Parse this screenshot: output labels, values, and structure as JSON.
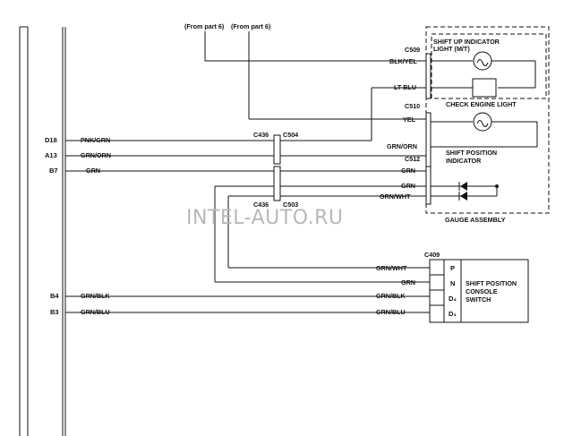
{
  "watermark": "INTEL-AUTO.RU",
  "ecu_pins": {
    "d18": "D18",
    "a13": "A13",
    "b7": "B7",
    "b4": "B4",
    "b3": "B3"
  },
  "wires": {
    "pnk_grn": "PNK/GRN",
    "grn_orn_left": "GRN/ORN",
    "grn_left": "GRN",
    "grn_blk_left": "GRN/BLK",
    "grn_blu_left": "GRN/BLU",
    "blk_yel": "BLK/YEL",
    "lt_blu": "LT BLU",
    "yel": "YEL",
    "grn_orn_right": "GRN/ORN",
    "grn_1": "GRN",
    "grn_2": "GRN",
    "grn_wht": "GRN/WHT",
    "grn_wht_switch": "GRN/WHT",
    "grn_switch": "GRN",
    "grn_blk_right": "GRN/BLK",
    "grn_blu_right": "GRN/BLU"
  },
  "connectors": {
    "c509": "C509",
    "c510": "C510",
    "c512": "C512",
    "c436_top": "C436",
    "c504": "C504",
    "c436_bottom": "C436",
    "c503": "C503",
    "c409": "C409"
  },
  "notes": {
    "from_part_6_a": "(From part 6)",
    "from_part_6_b": "(From part 6)"
  },
  "components": {
    "shift_up_line1": "SHIFT UP INDICATOR",
    "shift_up_line2": "LIGHT (M/T)",
    "check_engine": "CHECK ENGINE LIGHT",
    "shift_position_line1": "SHIFT POSITION",
    "shift_position_line2": "INDICATOR",
    "gauge_assembly": "GAUGE ASSEMBLY",
    "switch_line1": "SHIFT POSITION",
    "switch_line2": "CONSOLE",
    "switch_line3": "SWITCH"
  },
  "switch_positions": {
    "p": "P",
    "n": "N",
    "d4": "D₄",
    "d3": "D₃"
  }
}
